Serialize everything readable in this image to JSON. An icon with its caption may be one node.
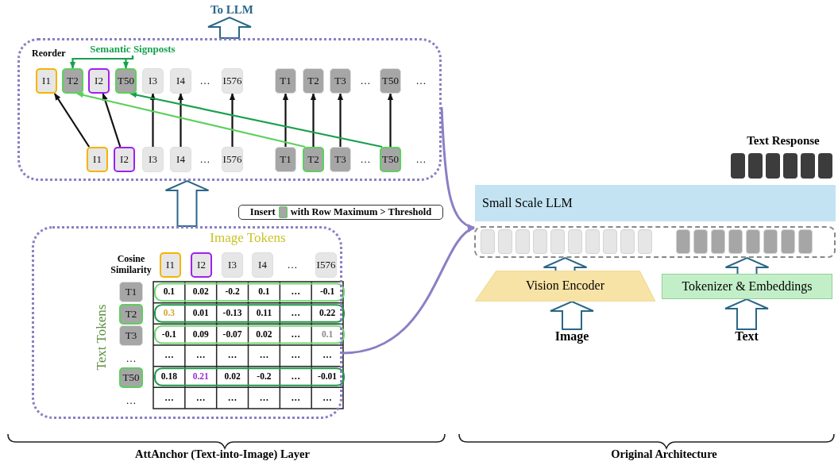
{
  "diagram": {
    "nodes": [
      {
        "text": [
          "Reorder"
        ]
      },
      {
        "text": [
          "I1"
        ],
        "in": 0
      },
      {
        "text": [
          "T2"
        ],
        "in": 0
      },
      {
        "text": [
          "I2"
        ],
        "in": 0
      },
      {
        "text": [
          "T50"
        ],
        "in": 0
      },
      {
        "text": [
          "I3"
        ],
        "in": 0
      },
      {
        "text": [
          "I4"
        ],
        "in": 0
      },
      {
        "text": [
          "I576"
        ],
        "in": 0
      },
      {
        "text": [
          "T1"
        ],
        "in": 0
      },
      {
        "text": [
          "T2"
        ],
        "in": 0
      },
      {
        "text": [
          "T3"
        ],
        "in": 0
      },
      {
        "text": [
          "T50"
        ],
        "in": 0
      },
      {
        "text": [
          "I1"
        ],
        "in": 0
      },
      {
        "text": [
          "I2"
        ],
        "in": 0
      },
      {
        "text": [
          "I3"
        ],
        "in": 0
      },
      {
        "text": [
          "I4"
        ],
        "in": 0
      },
      {
        "text": [
          "I576"
        ],
        "in": 0
      },
      {
        "text": [
          "T1"
        ],
        "in": 0
      },
      {
        "text": [
          "T2"
        ],
        "in": 0
      },
      {
        "text": [
          "T3"
        ],
        "in": 0
      },
      {
        "text": [
          "T50"
        ],
        "in": 0
      },
      {
        "text": [
          "Semantic Signposts"
        ],
        "in": 0
      },
      {
        "text": [
          "To LLM"
        ]
      },
      {
        "text": [
          "Insert",
          "with Row Maximum > Threshold"
        ]
      },
      {
        "text": [],
        "shape": "box"
      },
      {
        "text": [
          "I1"
        ],
        "in": 24
      },
      {
        "text": [
          "I2"
        ],
        "in": 24
      },
      {
        "text": [
          "I3"
        ],
        "in": 24
      },
      {
        "text": [
          "I4"
        ],
        "in": 24
      },
      {
        "text": [
          "I576"
        ],
        "in": 24
      },
      {
        "text": [
          "T1"
        ],
        "in": 24
      },
      {
        "text": [
          "T2"
        ],
        "in": 24
      },
      {
        "text": [
          "T3"
        ],
        "in": 24
      },
      {
        "text": [
          "T50"
        ],
        "in": 24
      },
      {
        "text": [
          "Small Scale LLM"
        ]
      },
      {
        "text": [],
        "shape": "box"
      },
      {
        "text": [],
        "shape": "box",
        "in": 35
      },
      {
        "text": [],
        "shape": "box",
        "in": 35
      },
      {
        "text": [],
        "shape": "box",
        "in": 35
      },
      {
        "text": [],
        "shape": "box",
        "in": 35
      },
      {
        "text": [],
        "shape": "box",
        "in": 35
      },
      {
        "text": [],
        "shape": "box",
        "in": 35
      },
      {
        "text": [],
        "shape": "box",
        "in": 35
      },
      {
        "text": [],
        "shape": "box",
        "in": 35
      },
      {
        "text": [],
        "shape": "box",
        "in": 35
      },
      {
        "text": [],
        "shape": "box",
        "in": 35
      },
      {
        "text": [],
        "shape": "box",
        "in": 35
      },
      {
        "text": [],
        "shape": "box",
        "in": 35
      },
      {
        "text": [],
        "shape": "box",
        "in": 35
      },
      {
        "text": [],
        "shape": "box",
        "in": 35
      },
      {
        "text": [],
        "shape": "box",
        "in": 35
      },
      {
        "text": [],
        "shape": "box",
        "in": 35
      },
      {
        "text": [],
        "shape": "box",
        "in": 35
      },
      {
        "text": [],
        "shape": "box",
        "in": 35
      },
      {
        "text": [],
        "shape": "box"
      },
      {
        "text": [],
        "shape": "box"
      },
      {
        "text": [],
        "shape": "box"
      },
      {
        "text": [],
        "shape": "box"
      },
      {
        "text": [],
        "shape": "box"
      },
      {
        "text": [],
        "shape": "box"
      },
      {
        "text": [
          "Vision Encoder"
        ]
      },
      {
        "text": [
          "Tokenizer & Embeddings"
        ]
      },
      {
        "text": [
          "Image"
        ]
      },
      {
        "text": [
          "Text"
        ]
      }
    ],
    "edges": [
      {
        "from": 12,
        "to": 1,
        "arrow": "to"
      },
      {
        "from": 13,
        "to": 3,
        "arrow": "to"
      },
      {
        "from": 14,
        "to": 5,
        "arrow": "to"
      },
      {
        "from": 15,
        "to": 6,
        "arrow": "to"
      },
      {
        "from": 16,
        "to": 7,
        "arrow": "to"
      },
      {
        "from": 17,
        "to": 8,
        "arrow": "to"
      },
      {
        "from": 18,
        "to": 9,
        "arrow": "to"
      },
      {
        "from": 19,
        "to": 10,
        "arrow": "to"
      },
      {
        "from": 20,
        "to": 11,
        "arrow": "to"
      },
      {
        "from": 18,
        "to": 2,
        "arrow": "to",
        "color": "#5cd05c"
      },
      {
        "from": 20,
        "to": 4,
        "arrow": "to",
        "color": "#17a04e"
      },
      {
        "from": 21,
        "to": 2,
        "arrow": "to",
        "color": "#17a04e"
      },
      {
        "from": 21,
        "to": 4,
        "arrow": "to",
        "color": "#17a04e"
      },
      {
        "from": 0,
        "to": 22,
        "arrow": "to",
        "style": "thick",
        "color": "#2b6688"
      },
      {
        "from": 24,
        "to": 0,
        "arrow": "to",
        "style": "thick",
        "color": "#2b6688"
      },
      {
        "from": 0,
        "to": 35,
        "arrow": "to",
        "color": "#8a80c4"
      },
      {
        "from": 24,
        "to": 35,
        "arrow": "to",
        "color": "#8a80c4"
      },
      {
        "from": 60,
        "to": 35,
        "arrow": "to",
        "style": "thick",
        "color": "#2b6688"
      },
      {
        "from": 61,
        "to": 35,
        "arrow": "to",
        "style": "thick",
        "color": "#2b6688"
      },
      {
        "from": 62,
        "to": 60,
        "arrow": "to",
        "style": "thick",
        "color": "#2b6688"
      },
      {
        "from": 63,
        "to": 61,
        "arrow": "to",
        "style": "thick",
        "color": "#2b6688"
      }
    ],
    "labels": [
      "…",
      "…",
      "…",
      "…",
      "…",
      "…",
      "Image Tokens",
      "Cosine Similarity",
      "…",
      "Text Tokens",
      "…",
      "…",
      "0.1",
      "0.02",
      "-0.2",
      "0.1",
      "…",
      "-0.1",
      "0.3",
      "0.01",
      "-0.13",
      "0.11",
      "…",
      "0.22",
      "-0.1",
      "0.09",
      "-0.07",
      "0.02",
      "…",
      "0.1",
      "…",
      "…",
      "…",
      "…",
      "…",
      "…",
      "0.18",
      "0.21",
      "0.02",
      "-0.2",
      "…",
      "-0.01",
      "…",
      "…",
      "…",
      "…",
      "…",
      "…",
      "Text Response",
      "AttAnchor (Text-into-Image) Layer",
      "Original Architecture"
    ]
  }
}
